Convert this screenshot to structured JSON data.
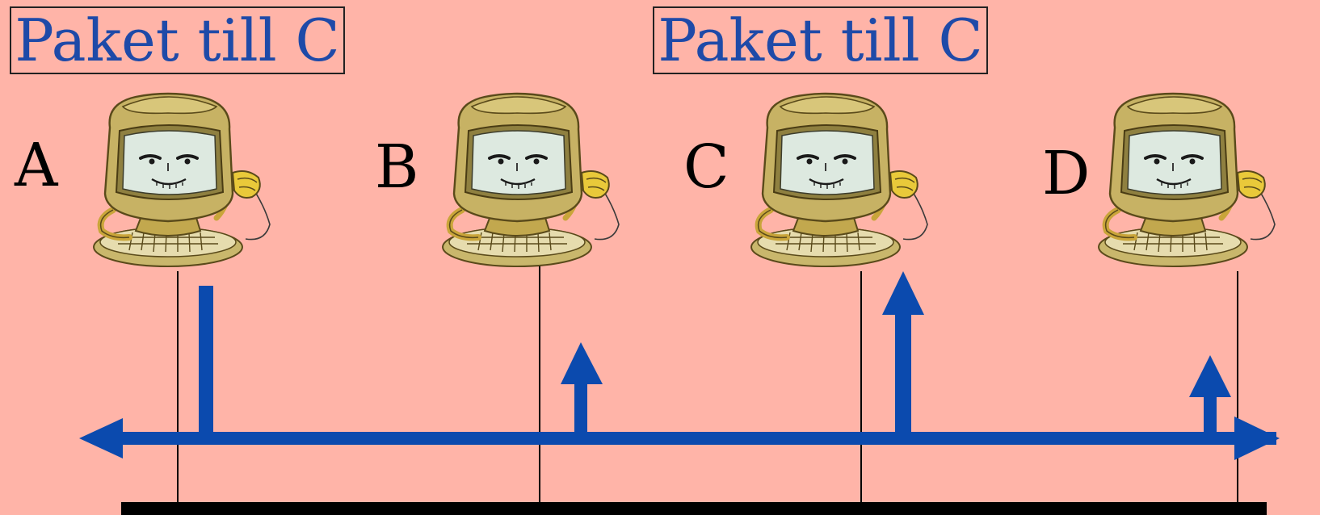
{
  "packet_labels": [
    "Paket till C",
    "Paket till C"
  ],
  "nodes": [
    {
      "label": "A"
    },
    {
      "label": "B"
    },
    {
      "label": "C"
    },
    {
      "label": "D"
    }
  ],
  "colors": {
    "background": "#ffb4a8",
    "packet_text": "#1e4aa8",
    "signal_arrow": "#0b4aae",
    "cable": "#000000",
    "computer_body": "#c7b264",
    "computer_screen": "#dde9e0"
  },
  "icons": {
    "computer": "cartoon-computer-icon"
  }
}
